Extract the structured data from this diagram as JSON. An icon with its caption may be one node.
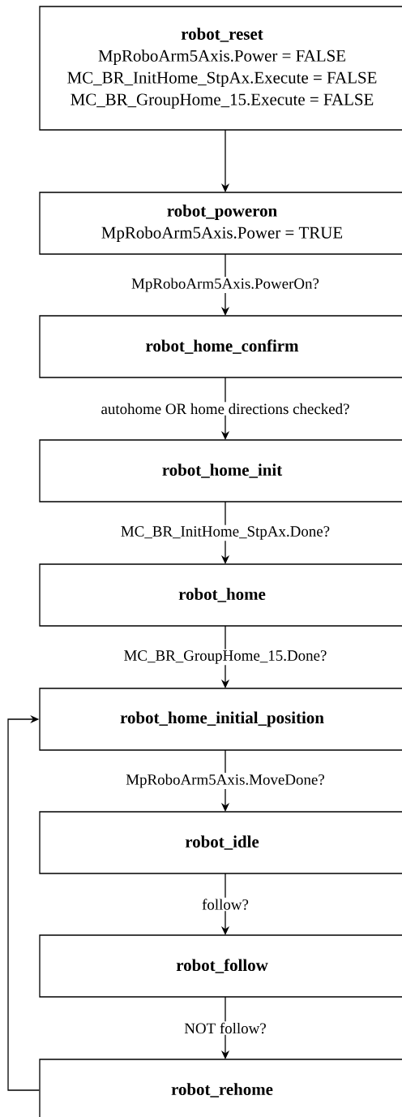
{
  "diagram": {
    "nodes": [
      {
        "text": [
          "robot_reset",
          "MpRoboArm5Axis.Power = FALSE",
          "MC_BR_InitHome_StpAx.Execute = FALSE",
          "MC_BR_GroupHome_15.Execute = FALSE"
        ]
      },
      {
        "text": [
          "robot_poweron",
          "MpRoboArm5Axis.Power = TRUE"
        ]
      },
      {
        "text": [
          "robot_home_confirm"
        ]
      },
      {
        "text": [
          "robot_home_init"
        ]
      },
      {
        "text": [
          "robot_home"
        ]
      },
      {
        "text": [
          "robot_home_initial_position"
        ]
      },
      {
        "text": [
          "robot_idle"
        ]
      },
      {
        "text": [
          "robot_follow"
        ]
      },
      {
        "text": [
          "robot_rehome"
        ]
      }
    ],
    "edges": [
      {
        "from": 0,
        "to": 1,
        "arrow": "to"
      },
      {
        "from": 1,
        "to": 2,
        "arrow": "to",
        "label": "MpRoboArm5Axis.PowerOn?"
      },
      {
        "from": 2,
        "to": 3,
        "arrow": "to",
        "label": "autohome OR home directions checked?"
      },
      {
        "from": 3,
        "to": 4,
        "arrow": "to",
        "label": "MC_BR_InitHome_StpAx.Done?"
      },
      {
        "from": 4,
        "to": 5,
        "arrow": "to",
        "label": "MC_BR_GroupHome_15.Done?"
      },
      {
        "from": 5,
        "to": 6,
        "arrow": "to",
        "label": "MpRoboArm5Axis.MoveDone?"
      },
      {
        "from": 6,
        "to": 7,
        "arrow": "to",
        "label": "follow?"
      },
      {
        "from": 7,
        "to": 8,
        "arrow": "to",
        "label": "NOT follow?"
      },
      {
        "from": 8,
        "to": 5,
        "arrow": "to"
      }
    ]
  }
}
